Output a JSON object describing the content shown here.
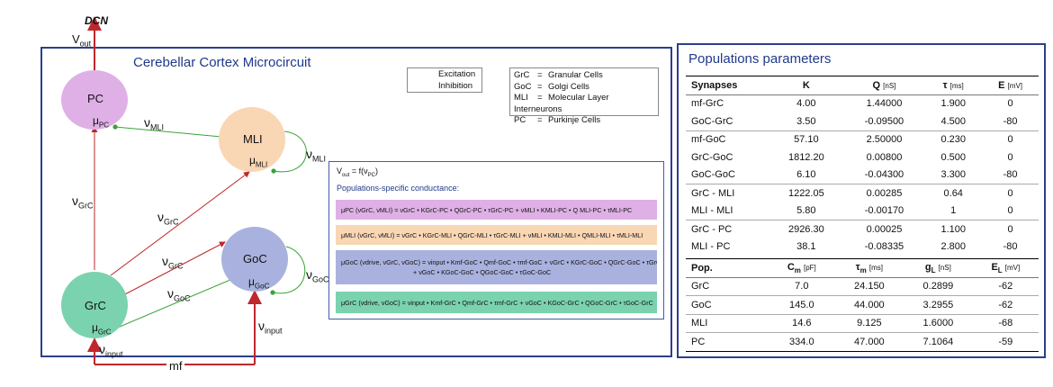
{
  "diagram": {
    "title": "Cerebellar Cortex Microcircuit",
    "dcn_label": "DCN",
    "vout_label": "V",
    "vout_sub": "out",
    "mf_label": "mf",
    "nodes": {
      "pc": {
        "label": "PC",
        "mu": "μ",
        "mu_sub": "PC",
        "color": "#dfb0e6"
      },
      "mli": {
        "label": "MLI",
        "mu": "μ",
        "mu_sub": "MLI",
        "color": "#f9d6b4"
      },
      "goc": {
        "label": "GoC",
        "mu": "μ",
        "mu_sub": "GoC",
        "color": "#a9b2de"
      },
      "grc": {
        "label": "GrC",
        "mu": "μ",
        "mu_sub": "GrC",
        "color": "#7ad3ae"
      }
    },
    "edge_labels": {
      "nu_mli_pc": {
        "sym": "ν",
        "sub": "MLI"
      },
      "nu_mli_self": {
        "sym": "ν",
        "sub": "MLI"
      },
      "nu_grc_pc": {
        "sym": "ν",
        "sub": "GrC"
      },
      "nu_grc_mli": {
        "sym": "ν",
        "sub": "GrC"
      },
      "nu_grc_goc": {
        "sym": "ν",
        "sub": "GrC"
      },
      "nu_goc_grc": {
        "sym": "ν",
        "sub": "GoC"
      },
      "nu_goc_self": {
        "sym": "ν",
        "sub": "GoC"
      },
      "nu_input_grc": {
        "sym": "ν",
        "sub": "input"
      },
      "nu_input_goc": {
        "sym": "ν",
        "sub": "input"
      }
    },
    "colors": {
      "excitation": "#c0272d",
      "inhibition": "#3aa336",
      "frame": "#2b3f8a"
    }
  },
  "legend": {
    "excitation": "Excitation",
    "inhibition": "Inhibition",
    "abbrev": [
      {
        "key": "GrC",
        "eq": "=",
        "val": "Granular Cells"
      },
      {
        "key": "GoC",
        "eq": "=",
        "val": "Golgi Cells"
      },
      {
        "key": "MLI",
        "eq": "=",
        "val": "Molecular Layer Interneurons"
      },
      {
        "key": "PC",
        "eq": "=",
        "val": "Purkinje Cells"
      }
    ]
  },
  "equations": {
    "vout": "V",
    "vout_sub": "out",
    "vout_rhs": " = f(ν",
    "vout_rhs_sub": "PC",
    "vout_close": ")",
    "subtitle": "Populations-specific conductance:",
    "mu_pc": "μPC (νGrC, νMLI) = νGrC • KGrC-PC • QGrC-PC • τGrC-PC + νMLI • KMLI-PC • Q MLI-PC • τMLI-PC",
    "mu_mli": "μMLI (νGrC, νMLI) = νGrC • KGrC-MLI • QGrC-MLI • τGrC-MLI + νMLI • KMLI-MLI • QMLI-MLI • τMLI-MLI",
    "mu_goc_line1": "μGoC (νdrive, νGrC, νGoC) = νinput • Kmf-GoC • Qmf-GoC • τmf-GoC + νGrC • KGrC-GoC • QGrC-GoC • τGrC-GoC",
    "mu_goc_line2": "+ νGoC • KGoC-GoC • QGoC-GoC • τGoC-GoC",
    "mu_grc": "μGrC (νdrive, νGoC) = νinput • Kmf-GrC • Qmf-GrC • τmf-GrC + νGoC • KGoC-GrC • QGoC-GrC • τGoC-GrC",
    "colors": {
      "pc": "#dfb0e6",
      "mli": "#f9d6b4",
      "goc": "#a9b2de",
      "grc": "#7ad3ae"
    }
  },
  "params": {
    "title": "Populations parameters",
    "syn_headers": [
      {
        "text": "Synapses",
        "unit": ""
      },
      {
        "text": "K",
        "unit": ""
      },
      {
        "text": "Q",
        "unit": "[nS]"
      },
      {
        "text": "τ",
        "unit": "[ms]"
      },
      {
        "text": "E",
        "unit": "[mV]"
      }
    ],
    "syn_rows": [
      [
        "mf-GrC",
        "4.00",
        "1.44000",
        "1.900",
        "0"
      ],
      [
        "GoC-GrC",
        "3.50",
        "-0.09500",
        "4.500",
        "-80"
      ],
      [
        "mf-GoC",
        "57.10",
        "2.50000",
        "0.230",
        "0"
      ],
      [
        "GrC-GoC",
        "1812.20",
        "0.00800",
        "0.500",
        "0"
      ],
      [
        "GoC-GoC",
        "6.10",
        "-0.04300",
        "3.300",
        "-80"
      ],
      [
        "GrC - MLI",
        "1222.05",
        "0.00285",
        "0.64",
        "0"
      ],
      [
        "MLI - MLI",
        "5.80",
        "-0.00170",
        "1",
        "0"
      ],
      [
        "GrC - PC",
        "2926.30",
        "0.00025",
        "1.100",
        "0"
      ],
      [
        "MLI - PC",
        "38.1",
        "-0.08335",
        "2.800",
        "-80"
      ]
    ],
    "pop_headers": [
      {
        "text": "Pop.",
        "sub": "",
        "unit": ""
      },
      {
        "text": "C",
        "sub": "m",
        "unit": "[pF]"
      },
      {
        "text": "τ",
        "sub": "m",
        "unit": "[ms]"
      },
      {
        "text": "g",
        "sub": "L",
        "unit": "[nS]"
      },
      {
        "text": "E",
        "sub": "L",
        "unit": "[mV]"
      }
    ],
    "pop_rows": [
      [
        "GrC",
        "7.0",
        "24.150",
        "0.2899",
        "-62"
      ],
      [
        "GoC",
        "145.0",
        "44.000",
        "3.2955",
        "-62"
      ],
      [
        "MLI",
        "14.6",
        "9.125",
        "1.6000",
        "-68"
      ],
      [
        "PC",
        "334.0",
        "47.000",
        "7.1064",
        "-59"
      ]
    ]
  }
}
